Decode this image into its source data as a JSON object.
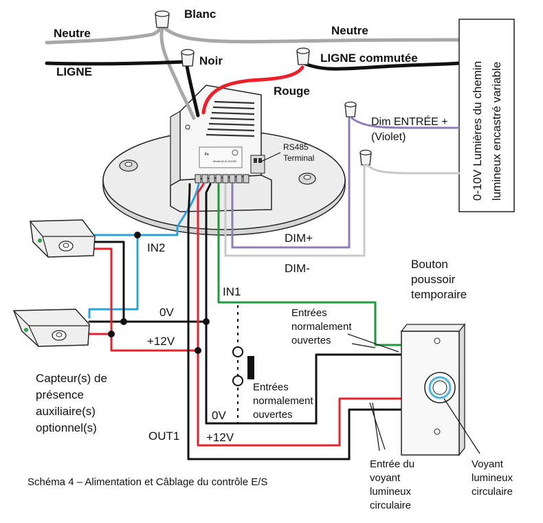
{
  "colors": {
    "white_wire": "#a8a8a8",
    "black_wire": "#111111",
    "red_wire": "#e8212b",
    "blue_wire": "#2aa3dc",
    "green_wire": "#1f9a3a",
    "violet_wire": "#8c7db4",
    "gray_wire": "#c8c8c8",
    "sensor_led": "#2ca24a",
    "button_ring": "#4fb3d9"
  },
  "labels": {
    "neutre_left": "Neutre",
    "blanc": "Blanc",
    "neutre_right": "Neutre",
    "ligne": "LIGNE",
    "noir": "Noir",
    "ligne_commutee": "LIGNE commutée",
    "rouge": "Rouge",
    "dim_entree": "Dim ENTRÉE +",
    "violet": "(Violet)",
    "rs485_line1": "RS485",
    "rs485_line2": "Terminal",
    "fixture_line1": "0-10V Lumières du chemin",
    "fixture_line2": "lumineux encastré variable",
    "in2": "IN2",
    "dim_plus": "DIM+",
    "dim_minus": "DIM-",
    "bouton_line1": "Bouton",
    "bouton_line2": "poussoir",
    "bouton_line3": "temporaire",
    "in1": "IN1",
    "zero_v_top": "0V",
    "entrees_no_right_1": "Entrées",
    "entrees_no_right_2": "normalement",
    "entrees_no_right_3": "ouvertes",
    "plus12_top": "+12V",
    "entrees_no_center_1": "Entrées",
    "entrees_no_center_2": "normalement",
    "entrees_no_center_3": "ouvertes",
    "capteur_1": "Capteur(s) de",
    "capteur_2": "présence",
    "capteur_3": "auxiliaire(s)",
    "capteur_4": "optionnel(s)",
    "zero_v_bottom": "0V",
    "out1": "OUT1",
    "plus12_bottom": "+12V",
    "entree_voyant_1": "Entrée du",
    "entree_voyant_2": "voyant",
    "entree_voyant_3": "lumineux",
    "entree_voyant_4": "circulaire",
    "voyant_1": "Voyant",
    "voyant_2": "lumineux",
    "voyant_3": "circulaire",
    "caption": "Schéma 4 – Alimentation et Câblage du contrôle E/S"
  }
}
